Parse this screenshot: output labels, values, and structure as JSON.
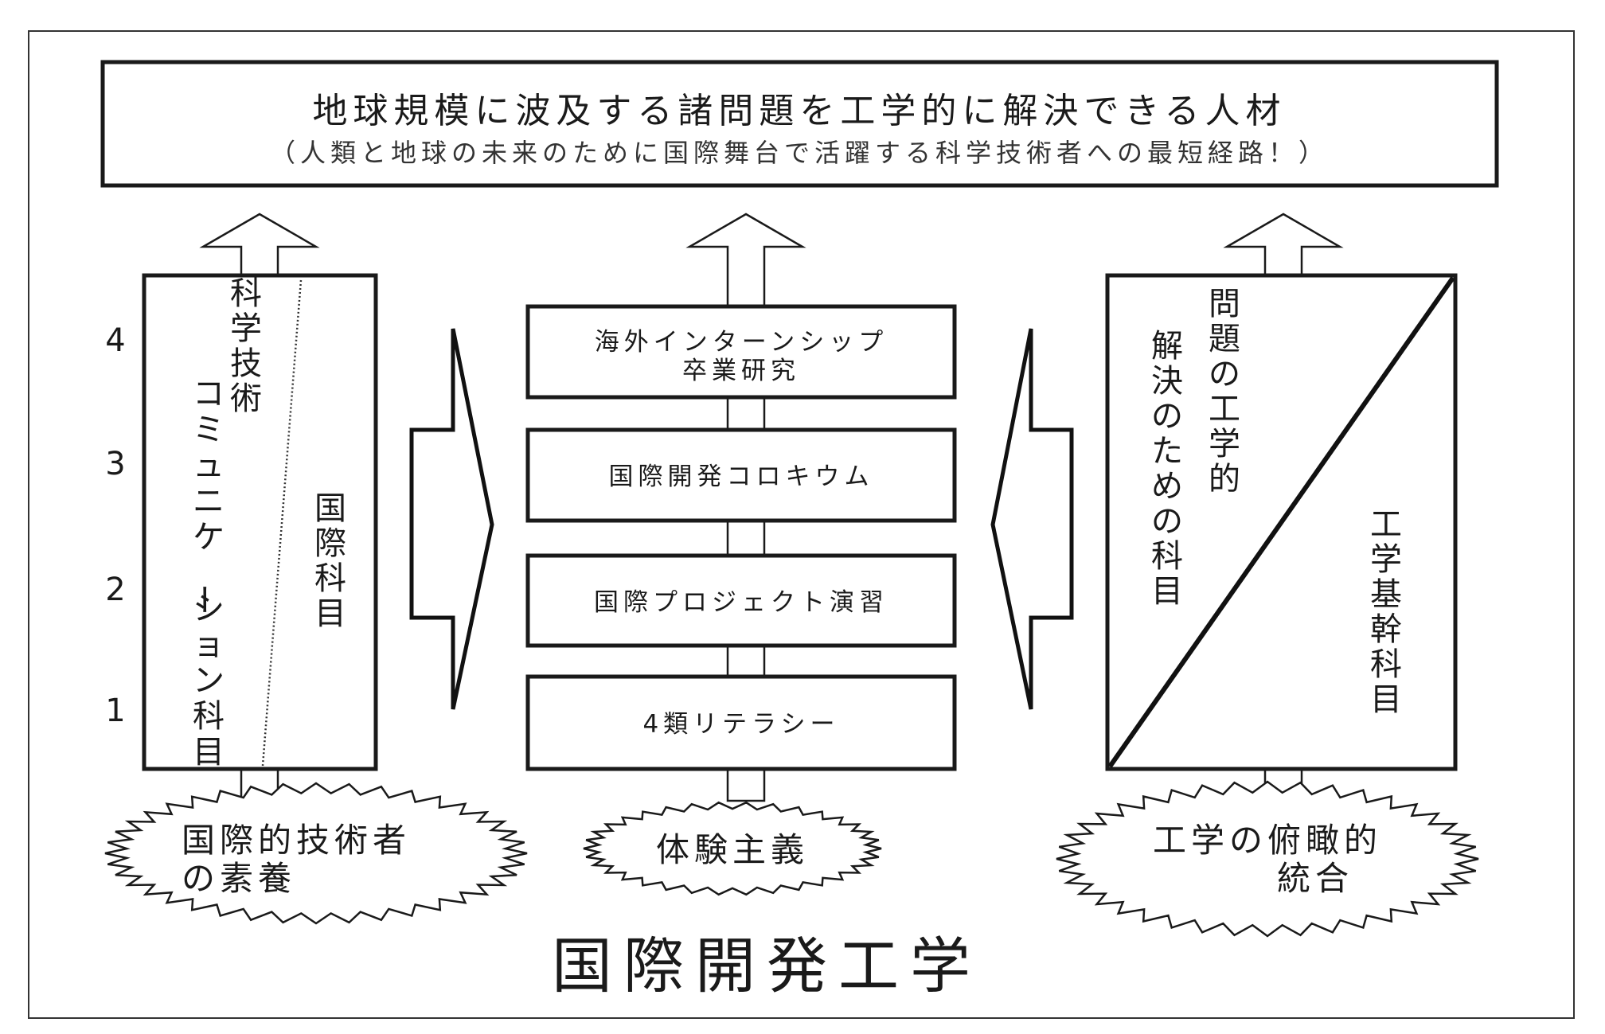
{
  "goal": {
    "title": "地球規模に波及する諸問題を工学的に解決できる人材",
    "subtitle": "（人類と地球の未来のために国際舞台で活躍する科学技術者への最短経路！）"
  },
  "levels": [
    "4",
    "3",
    "2",
    "1"
  ],
  "left_column": {
    "label_science_tech": "科学技術",
    "label_communication": "コミュニケーション科目",
    "label_international": "国際科目"
  },
  "middle_column": {
    "boxes": [
      {
        "line1": "海外インターンシップ",
        "line2": "卒業研究"
      },
      {
        "line1": "国際開発コロキウム",
        "line2": ""
      },
      {
        "line1": "国際プロジェクト演習",
        "line2": ""
      },
      {
        "line1": "4類リテラシー",
        "line2": ""
      }
    ]
  },
  "right_column": {
    "label_problem_line1": "問題の工学的",
    "label_problem_line2": "解決のための科目",
    "label_core": "工学基幹科目"
  },
  "foundations": [
    {
      "line1": "国際的技術者",
      "line2": "の素養"
    },
    {
      "line1": "体験主義",
      "line2": ""
    },
    {
      "line1": "工学の俯瞰的",
      "line2": "統合"
    }
  ],
  "program_title": "国際開発工学"
}
